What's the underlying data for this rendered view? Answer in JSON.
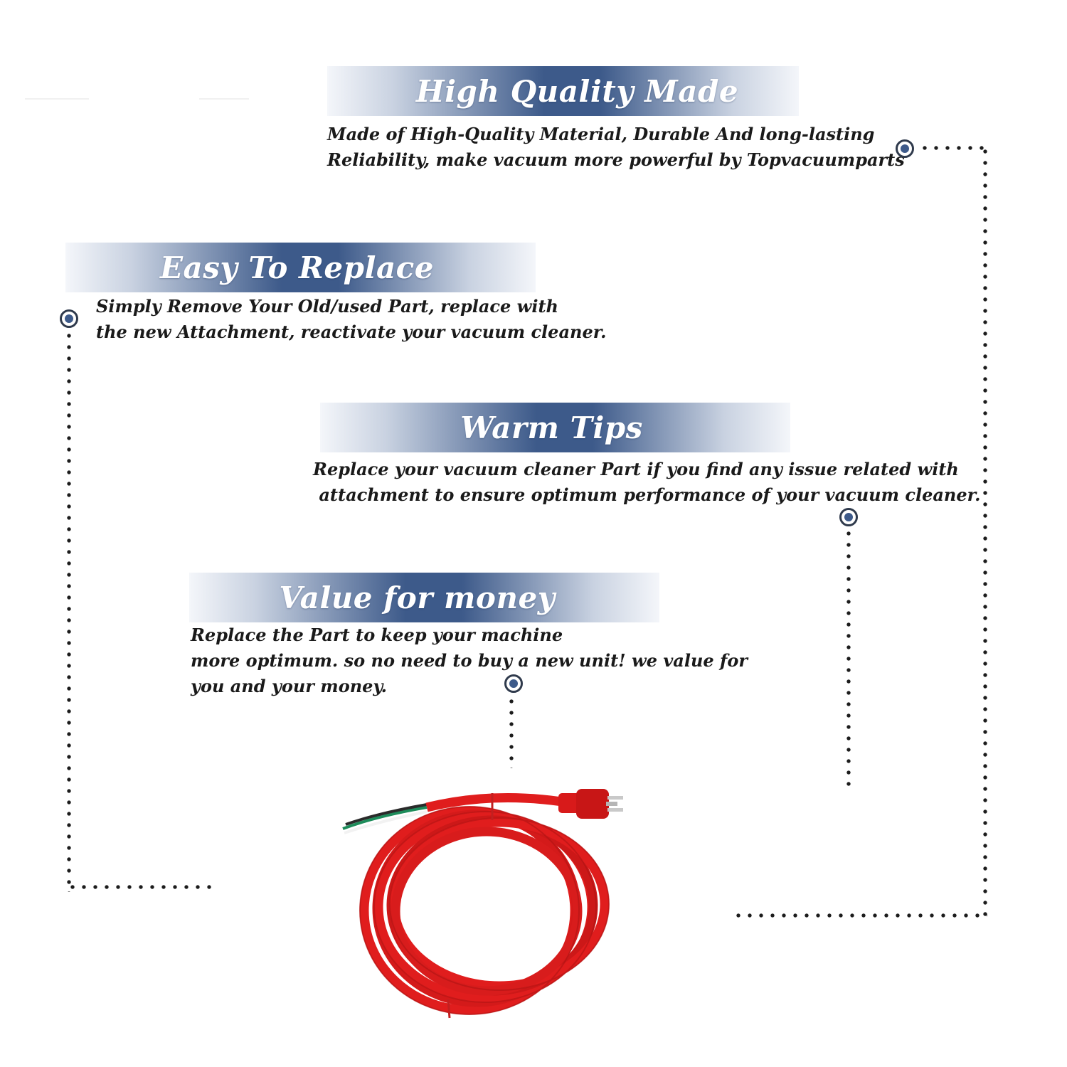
{
  "features": [
    {
      "title": "High Quality Made",
      "lines": [
        "Made of  High-Quality Material, Durable And long-lasting",
        "Reliability, make vacuum more powerful by Topvacuumparts"
      ]
    },
    {
      "title": "Easy To Replace",
      "lines": [
        "Simply Remove Your Old/used Part, replace with",
        "the new Attachment, reactivate your vacuum cleaner."
      ]
    },
    {
      "title": "Warm Tips",
      "lines": [
        "Replace your vacuum cleaner Part if you find any issue related with",
        " attachment to ensure optimum performance of your vacuum cleaner."
      ]
    },
    {
      "title": "Value for money",
      "lines": [
        "Replace the Part to keep your machine",
        "more optimum. so no need to buy a new unit! we value for",
        "you and your money."
      ]
    }
  ],
  "product": {
    "image": "red-power-cord-coil"
  },
  "colors": {
    "banner_blue": "#3d5a8a",
    "banner_fade": "#f4f6fa",
    "text": "#1a1a1a",
    "bullet_ring": "#2f3a4c",
    "dotted_line": "#1c1c1c",
    "cord_red": "#e01d1d",
    "cord_dark_red": "#b01414",
    "plug_red": "#d81a1a",
    "wire_green": "#1d8c5a"
  }
}
